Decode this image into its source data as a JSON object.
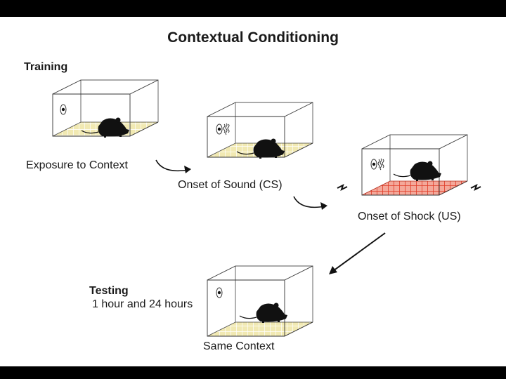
{
  "title": "Contextual Conditioning",
  "training_label": "Training",
  "stages": [
    {
      "caption": "Exposure to Context",
      "sound": false,
      "shock": false
    },
    {
      "caption": "Onset of Sound (CS)",
      "sound": true,
      "shock": false
    },
    {
      "caption": "Onset of Shock (US)",
      "sound": true,
      "shock": true
    }
  ],
  "testing": {
    "label": "Testing",
    "timepoints": "1 hour and 24 hours",
    "caption": "Same Context"
  },
  "colors": {
    "floor": "#f1e9b2",
    "floor_grid": "#ffffff",
    "shock_floor": "#f4a89a",
    "shock_grid": "#e03a26",
    "mouse": "#111111"
  }
}
